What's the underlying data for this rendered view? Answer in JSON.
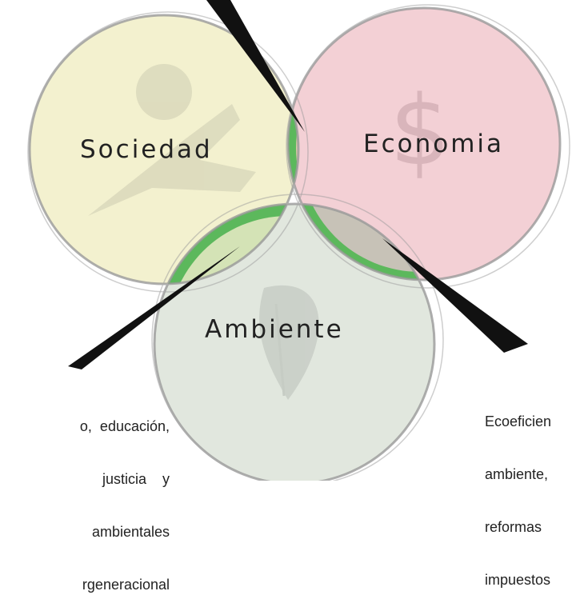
{
  "circles": [
    {
      "label": "Sociedad",
      "fill": "#f3f1cf",
      "icon": "person-icon"
    },
    {
      "label": "Economia",
      "fill": "#f2cdd3",
      "icon": "dollar-icon"
    },
    {
      "label": "Ambiente",
      "fill": "#dfe6dc",
      "icon": "leaf-icon"
    }
  ],
  "overlap_color": "#5cb85c",
  "notes": {
    "left": [
      "o,  educación,",
      "justicia    y",
      "ambientales",
      "rgeneracional"
    ],
    "right": [
      "Ecoeficien",
      "ambiente,",
      "reformas",
      "impuestos"
    ]
  }
}
